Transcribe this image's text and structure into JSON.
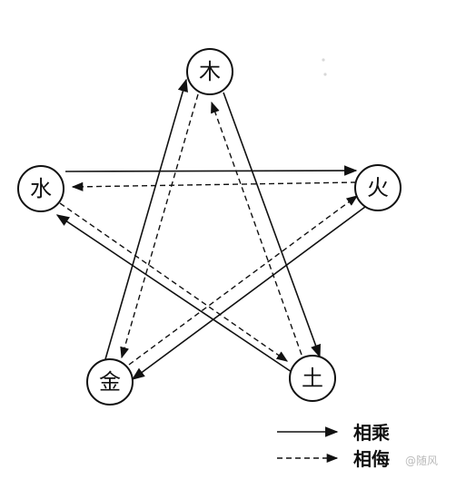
{
  "nodes": {
    "wood": "木",
    "fire": "火",
    "earth": "土",
    "metal": "金",
    "water": "水"
  },
  "legend": {
    "solid_label": "相乘",
    "dashed_label": "相侮"
  },
  "watermark": "@随风"
}
